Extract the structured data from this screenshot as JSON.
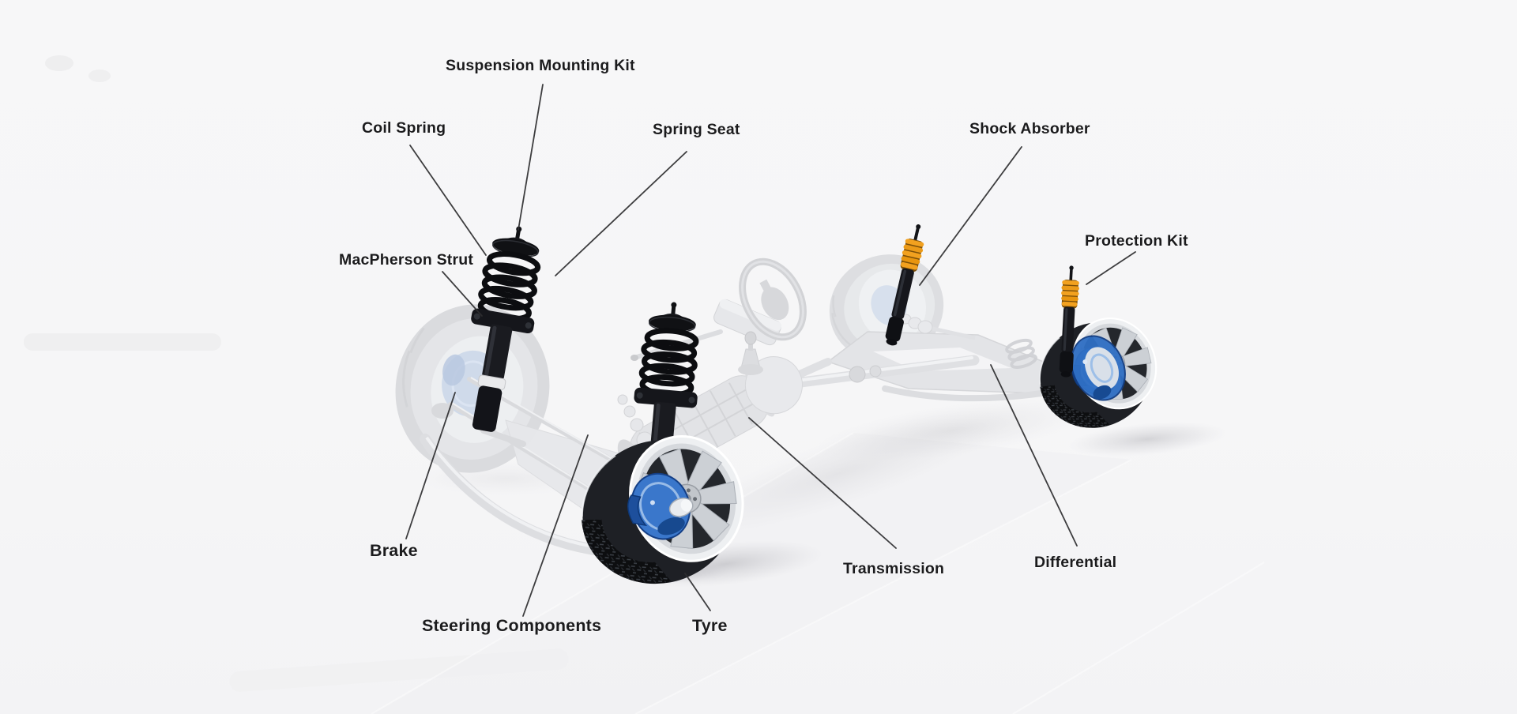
{
  "labels": {
    "suspension_mounting_kit": "Suspension Mounting Kit",
    "coil_spring": "Coil Spring",
    "spring_seat": "Spring Seat",
    "shock_absorber": "Shock Absorber",
    "macpherson_strut": "MacPherson Strut",
    "protection_kit": "Protection Kit",
    "brake": "Brake",
    "steering_components": "Steering Components",
    "tyre": "Tyre",
    "transmission": "Transmission",
    "differential": "Differential"
  },
  "colors": {
    "label_text": "#1b1b1d",
    "leader_line": "#2e2e30",
    "strut_black": "#15161b",
    "boot_orange": "#f2a11f",
    "brake_blue": "#2f6fc4",
    "wheel_silver": "#ccd0d5",
    "tyre_black": "#1e2025",
    "faded_component_gray": "#e0e1e4",
    "background": "#f6f6f7"
  }
}
